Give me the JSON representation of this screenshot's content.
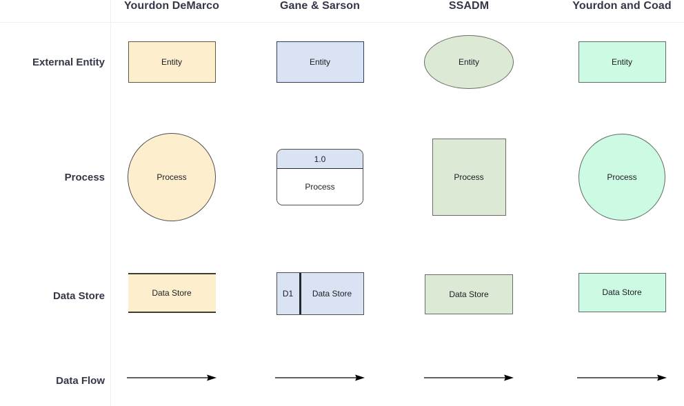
{
  "table": {
    "corner_label": "",
    "columns": [
      {
        "label": "Yourdon DeMarco"
      },
      {
        "label": "Gane & Sarson"
      },
      {
        "label": "SSADM"
      },
      {
        "label": "Yourdon and Coad"
      }
    ],
    "rows": [
      {
        "label": "External Entity"
      },
      {
        "label": "Process"
      },
      {
        "label": "Data Store"
      },
      {
        "label": "Data Flow"
      }
    ]
  },
  "shapes": {
    "entity": {
      "yourdon_demarco": {
        "text": "Entity",
        "fill": "#fdeecd",
        "stroke": "#5c5a3a"
      },
      "gane_sarson": {
        "text": "Entity",
        "fill": "#dae3f3",
        "stroke": "#2b3c5e"
      },
      "ssadm": {
        "text": "Entity",
        "fill": "#dce9d5",
        "stroke": "#6b6b63"
      },
      "yourdon_coad": {
        "text": "Entity",
        "fill": "#cdfae2",
        "stroke": "#5f6b64"
      }
    },
    "process": {
      "yourdon_demarco": {
        "text": "Process",
        "fill": "#fdeecd",
        "stroke": "#4d4d4d"
      },
      "gane_sarson": {
        "number": "1.0",
        "text": "Process",
        "header_fill": "#dae3f3",
        "body_fill": "#ffffff",
        "stroke": "#4d4d4d"
      },
      "ssadm": {
        "text": "Process",
        "fill": "#dce9d5",
        "stroke": "#6b6b63"
      },
      "yourdon_coad": {
        "text": "Process",
        "fill": "#cdfae2",
        "stroke": "#5f6b64"
      }
    },
    "data_store": {
      "yourdon_demarco": {
        "text": "Data Store",
        "fill": "#fdeecd",
        "stroke": "#3b3b32"
      },
      "gane_sarson": {
        "id": "D1",
        "text": "Data Store",
        "fill": "#dae3f3",
        "stroke": "#4d4d4d"
      },
      "ssadm": {
        "text": "Data Store",
        "fill": "#dce9d5",
        "stroke": "#6b6b63"
      },
      "yourdon_coad": {
        "text": "Data Store",
        "fill": "#cdfae2",
        "stroke": "#5f6b64"
      }
    },
    "data_flow": {
      "yourdon_demarco": {
        "text": "",
        "stroke": "#000000"
      },
      "gane_sarson": {
        "text": "",
        "stroke": "#000000"
      },
      "ssadm": {
        "text": "",
        "stroke": "#000000"
      },
      "yourdon_coad": {
        "text": "",
        "stroke": "#000000"
      }
    }
  },
  "style": {
    "grid_line": "#eceef1",
    "label_color": "#343746",
    "page_background": "#ffffff"
  }
}
